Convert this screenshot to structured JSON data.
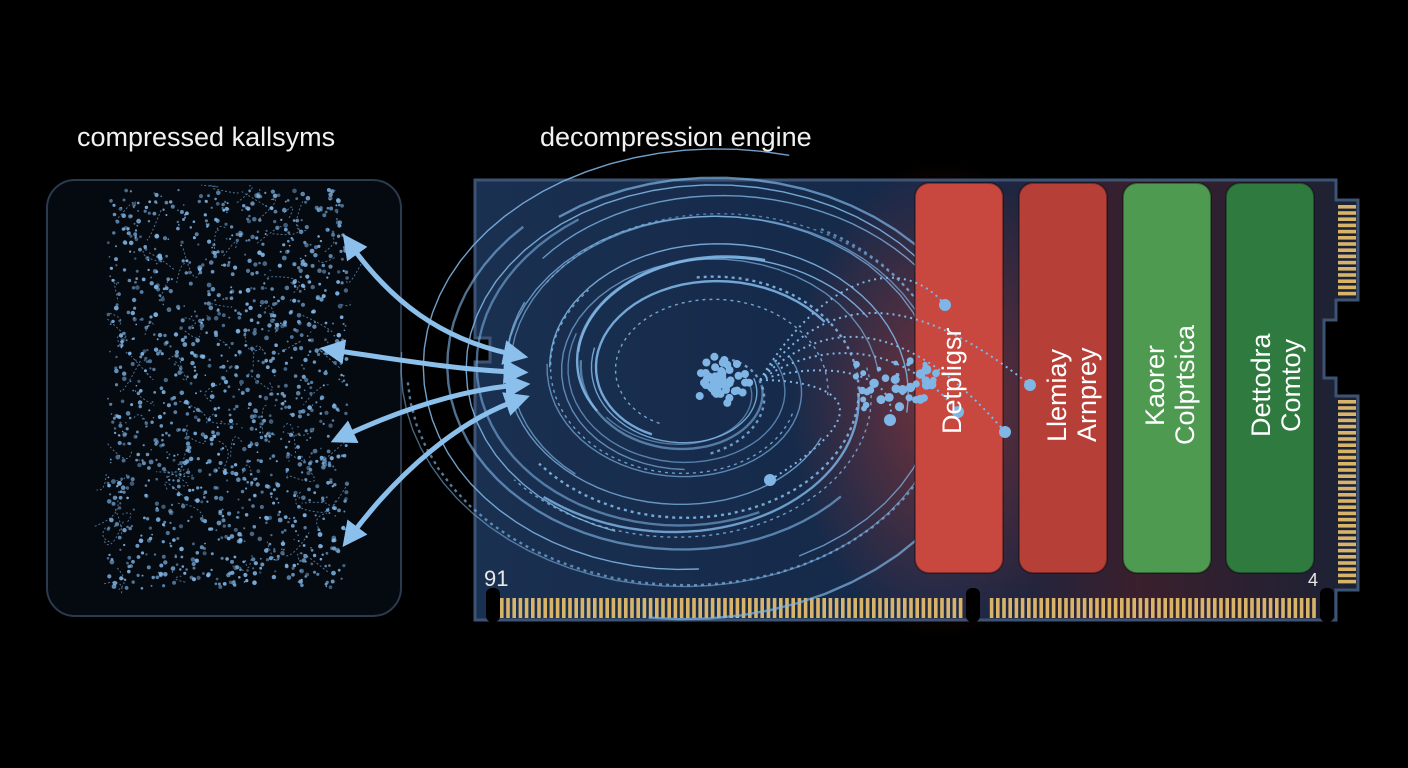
{
  "labels": {
    "left": "compressed kallsyms",
    "right": "decompression engine"
  },
  "columns": [
    {
      "line1": "Detpligsr",
      "line2": "",
      "color": "#c8473e"
    },
    {
      "line1": "Llemiay",
      "line2": "Arnprey",
      "color": "#b63f38"
    },
    {
      "line1": "Kaorer",
      "line2": "Colprtsica",
      "color": "#4e9a50"
    },
    {
      "line1": "Dettodra",
      "line2": "Comtoy",
      "color": "#2f7a3f"
    }
  ],
  "corner": {
    "left": "91",
    "right": "4"
  },
  "colors": {
    "background": "#000000",
    "board": "#142848",
    "particles": "#7fb6e6",
    "gold": "#d8b46a"
  },
  "icons": [
    "arrow-icon"
  ]
}
